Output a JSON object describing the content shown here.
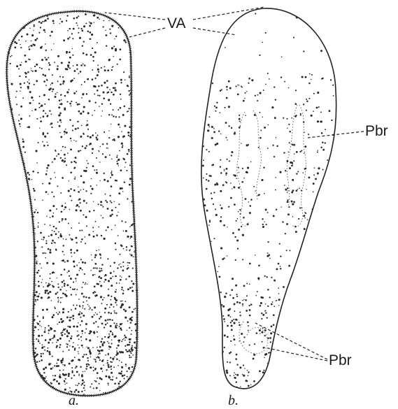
{
  "labels": {
    "va": "VA",
    "pbr_upper": "Pbr",
    "pbr_lower": "Pbr"
  },
  "captions": {
    "a": "a.",
    "b": "b."
  },
  "colors": {
    "ink": "#222222",
    "background": "#ffffff"
  }
}
